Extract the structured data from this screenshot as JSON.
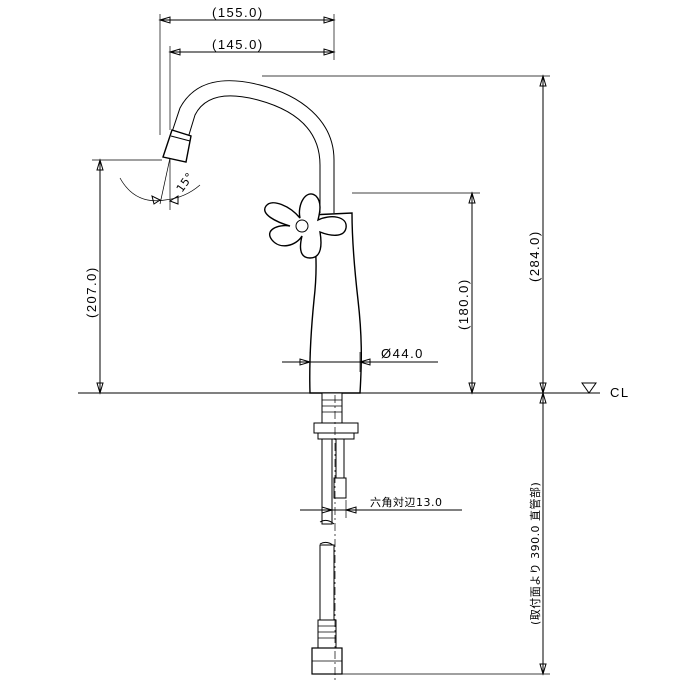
{
  "dimensions": {
    "overall_reach": "(155.0)",
    "spout_reach": "(145.0)",
    "spout_height": "(207.0)",
    "total_height": "(284.0)",
    "body_height": "(180.0)",
    "body_diameter": "Ø44.0",
    "hex_across_flats": "六角対辺13.0",
    "hose_length": "(取付面より  390.0  直管部)",
    "spout_angle": "15°"
  },
  "labels": {
    "center_line": "CL"
  }
}
